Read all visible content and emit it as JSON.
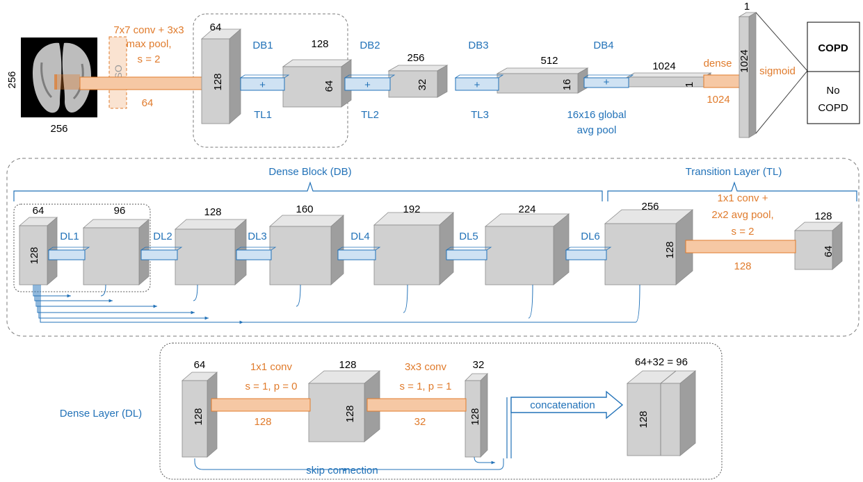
{
  "colors": {
    "accent_orange": "#e07b2c",
    "accent_blue": "#2272b8",
    "block_front": "#d0d0d0",
    "block_top": "#e6e6e6",
    "block_side": "#9e9e9e",
    "orange_fill": "#f6c8a4",
    "blue_fill": "#cfe2f3"
  },
  "top": {
    "input_size_left": "256",
    "input_size_bottom": "256",
    "wso": "WSO",
    "conv_line1": "7x7 conv + 3x3",
    "conv_line2": "max pool,",
    "conv_line3": "s = 2",
    "conv_channels": "64",
    "blocks": [
      {
        "top": "64",
        "side": "128"
      },
      {
        "top": "128",
        "side": "64"
      },
      {
        "top": "256",
        "side": "32"
      },
      {
        "top": "512",
        "side": "16"
      },
      {
        "top": "1024",
        "side": "1"
      }
    ],
    "db_labels": [
      "DB1",
      "DB2",
      "DB3",
      "DB4"
    ],
    "tl_labels": [
      "TL1",
      "TL2",
      "TL3"
    ],
    "plus": "+",
    "gap_line1": "16x16 global",
    "gap_line2": "avg pool",
    "dense": "dense",
    "dense_units": "1024",
    "fc_top": "1",
    "fc_side": "1024",
    "sigmoid": "sigmoid",
    "output_copd": "COPD",
    "output_no_line1": "No",
    "output_no_line2": "COPD"
  },
  "middle": {
    "dense_block_label": "Dense Block (DB)",
    "transition_label": "Transition Layer (TL)",
    "block_tops": [
      "64",
      "96",
      "128",
      "160",
      "192",
      "224",
      "256"
    ],
    "first_side": "128",
    "tl_side": "128",
    "dl_labels": [
      "DL1",
      "DL2",
      "DL3",
      "DL4",
      "DL5",
      "DL6"
    ],
    "tl_line1": "1x1 conv +",
    "tl_line2": "2x2 avg pool,",
    "tl_line3": "s = 2",
    "tl_channels": "128",
    "out_top": "128",
    "out_side": "64"
  },
  "bottom": {
    "dense_layer_label": "Dense Layer (DL)",
    "b1_top": "64",
    "b1_side": "128",
    "conv1_line1": "1x1 conv",
    "conv1_line2": "s = 1, p = 0",
    "conv1_channels": "128",
    "b2_top": "128",
    "b2_side": "128",
    "conv2_line1": "3x3 conv",
    "conv2_line2": "s = 1, p = 1",
    "conv2_channels": "32",
    "b3_top": "32",
    "b3_side": "128",
    "concatenation": "concatenation",
    "skip_connection": "skip connection",
    "out_top": "64+32 = 96",
    "out_side": "128"
  }
}
